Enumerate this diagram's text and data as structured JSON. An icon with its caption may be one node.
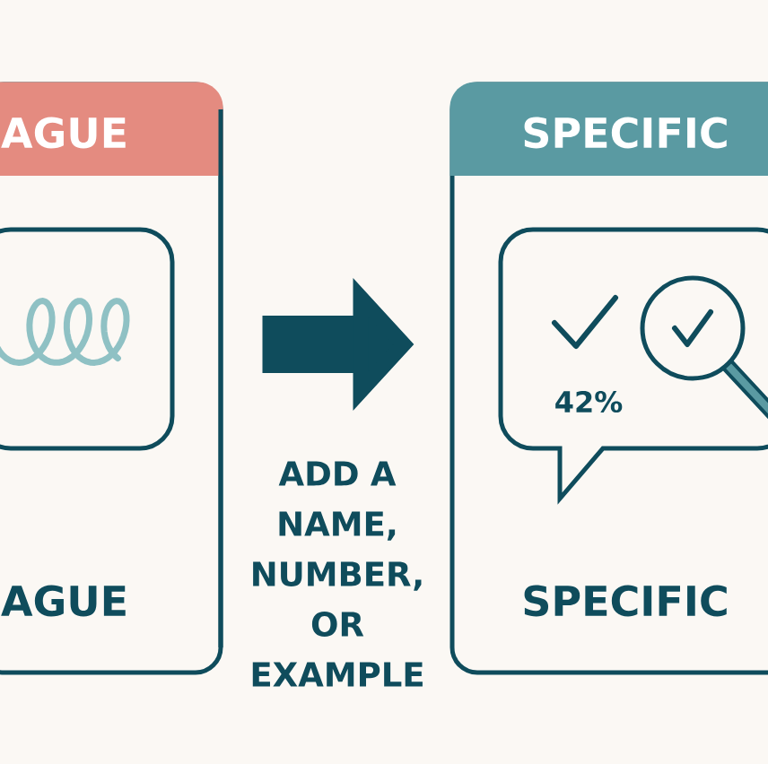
{
  "diagram": {
    "nodes": [
      {
        "text": [
          "AGUE",
          "AGUE"
        ]
      },
      {
        "text": [],
        "shape": "box",
        "in": 0
      },
      {
        "text": [
          "SPECIFIC",
          "SPECIFIC"
        ]
      },
      {
        "text": [
          "42%"
        ],
        "in": 2
      }
    ],
    "edges": [
      {
        "from": 0,
        "to": 2,
        "arrow": "to",
        "label": "ADD A NAME, NUMBER, OR EXAMPLE"
      }
    ]
  }
}
